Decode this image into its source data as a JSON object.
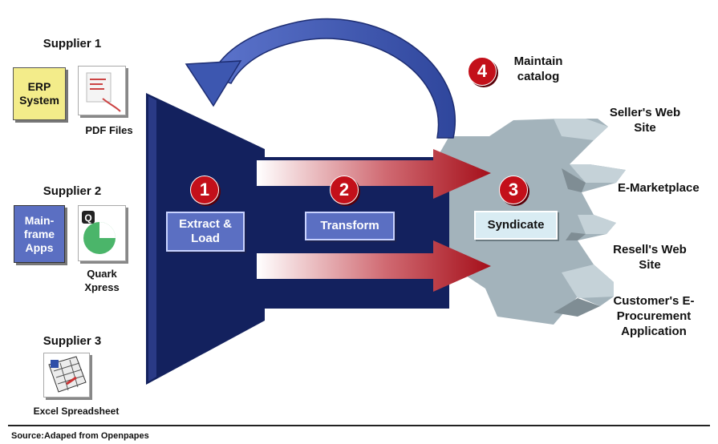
{
  "suppliers": [
    {
      "name": "Supplier 1",
      "system": "ERP System",
      "file_type": "PDF Files"
    },
    {
      "name": "Supplier 2",
      "system": "Main-frame Apps",
      "file_type": "Quark Xpress"
    },
    {
      "name": "Supplier 3",
      "file_type": "Excel Spreadsheet"
    }
  ],
  "steps": [
    {
      "number": "1",
      "label": "Extract & Load"
    },
    {
      "number": "2",
      "label": "Transform"
    },
    {
      "number": "3",
      "label": "Syndicate"
    },
    {
      "number": "4",
      "label": "Maintain catalog"
    }
  ],
  "outputs": [
    "Seller's Web Site",
    "E-Marketplace",
    "Resell's Web Site",
    "Customer's E-Procurement Application"
  ],
  "source": "Source:Adaped from Openpapes",
  "colors": {
    "funnel": "#13215e",
    "stage_box": "#5b6fc2",
    "badge": "#c3101a",
    "erp_box": "#f3ec8a",
    "mainframe_box": "#5b6fc2",
    "syndicate": "#a3b3bb",
    "loop_arrow": "#3d57b0",
    "red_arrow": "#a50f1a"
  }
}
